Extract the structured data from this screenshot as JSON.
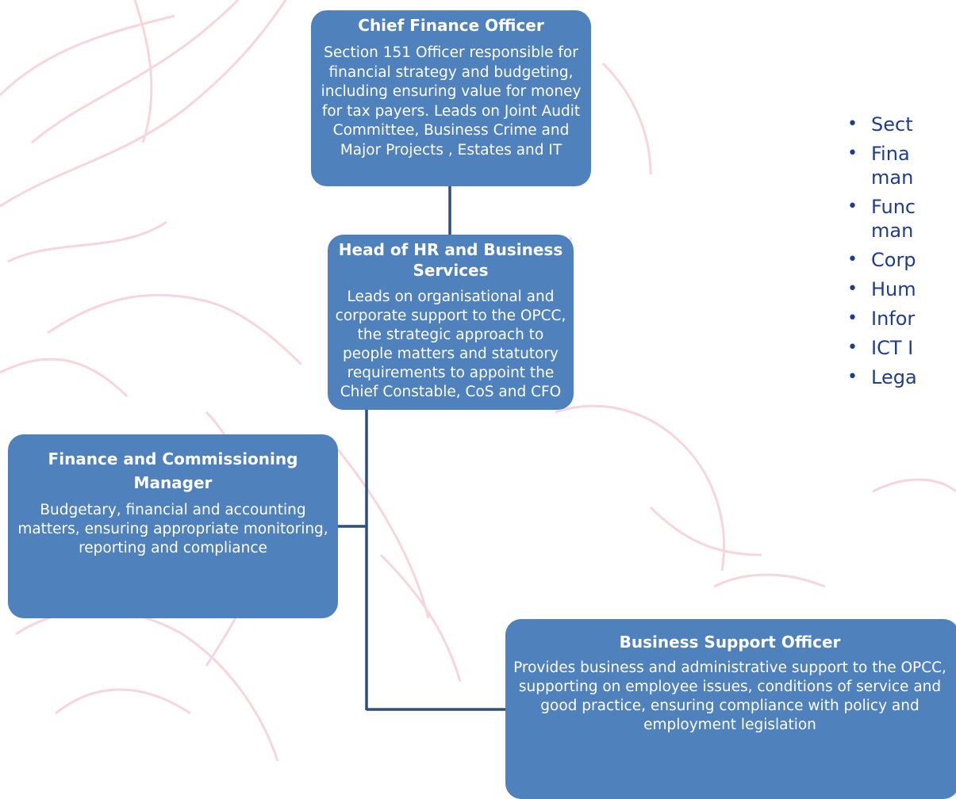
{
  "colors": {
    "box_fill": "#4f81bd",
    "box_text": "#ffffff",
    "connector": "#2d4f7c",
    "bullet_text": "#1f3d8c",
    "watermark": "#f6d6dc"
  },
  "boxes": {
    "cfo": {
      "title": "Chief Finance Officer",
      "description": "Section 151 Officer responsible for financial strategy and budgeting, including ensuring value for money for tax payers. Leads on Joint Audit Committee, Business Crime and Major Projects , Estates and IT"
    },
    "hr": {
      "title": "Head of HR and Business Services",
      "description": "Leads on organisational and corporate support to the OPCC, the strategic approach to people matters and statutory requirements to appoint the Chief Constable, CoS and CFO"
    },
    "fcm": {
      "title": "Finance and Commissioning Manager",
      "description": "Budgetary, financial and accounting matters, ensuring appropriate monitoring, reporting and compliance"
    },
    "bso": {
      "title": "Business Support Officer",
      "description": "Provides business and administrative support to the OPCC, supporting on employee issues, conditions of service and good practice, ensuring compliance with policy and employment legislation"
    }
  },
  "bullets": [
    {
      "lines": [
        "Sect"
      ]
    },
    {
      "lines": [
        "Fina",
        "man"
      ]
    },
    {
      "lines": [
        "Func",
        "man"
      ]
    },
    {
      "lines": [
        "Corp"
      ]
    },
    {
      "lines": [
        "Hum"
      ]
    },
    {
      "lines": [
        "Infor"
      ]
    },
    {
      "lines": [
        "ICT I"
      ]
    },
    {
      "lines": [
        "Lega"
      ]
    }
  ],
  "icons": {
    "background": "dragon-watermark-icon",
    "bullet": "bullet-dot-icon"
  }
}
